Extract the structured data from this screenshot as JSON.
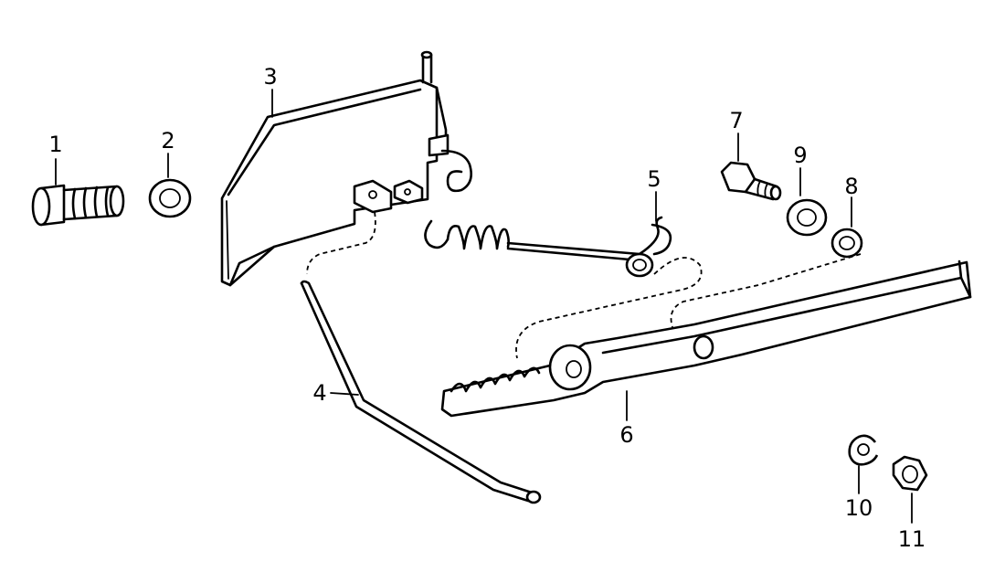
{
  "parts": [
    {
      "number": "1",
      "icon": "bolt-icon"
    },
    {
      "number": "2",
      "icon": "washer-icon"
    },
    {
      "number": "3",
      "icon": "plate-icon"
    },
    {
      "number": "4",
      "icon": "rod-icon"
    },
    {
      "number": "5",
      "icon": "spring-icon"
    },
    {
      "number": "6",
      "icon": "lever-icon"
    },
    {
      "number": "7",
      "icon": "bolt-icon"
    },
    {
      "number": "8",
      "icon": "washer-icon"
    },
    {
      "number": "9",
      "icon": "washer-icon"
    },
    {
      "number": "10",
      "icon": "clip-icon"
    },
    {
      "number": "11",
      "icon": "nut-icon"
    }
  ]
}
